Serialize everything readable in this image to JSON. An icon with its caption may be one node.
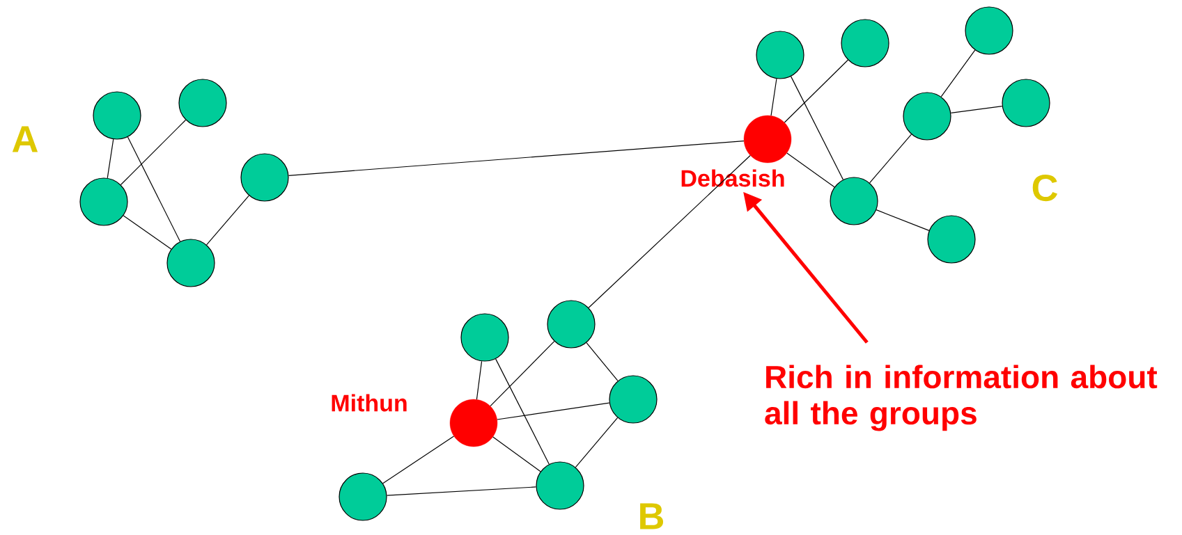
{
  "diagram": {
    "nodes": [
      {
        "text": [],
        "shape": "circle"
      },
      {
        "text": [],
        "shape": "circle"
      },
      {
        "text": [],
        "shape": "circle"
      },
      {
        "text": [],
        "shape": "circle"
      },
      {
        "text": [],
        "shape": "circle"
      },
      {
        "text": [],
        "shape": "circle"
      },
      {
        "text": [],
        "shape": "circle"
      },
      {
        "text": [],
        "shape": "circle"
      },
      {
        "text": [],
        "shape": "circle",
        "beside": [
          "Debasish"
        ]
      },
      {
        "text": [],
        "shape": "circle"
      },
      {
        "text": [],
        "shape": "circle"
      },
      {
        "text": [],
        "shape": "circle"
      },
      {
        "text": [],
        "shape": "circle"
      },
      {
        "text": [],
        "shape": "circle"
      },
      {
        "text": [],
        "shape": "circle"
      },
      {
        "text": [],
        "shape": "circle"
      },
      {
        "text": [],
        "shape": "circle",
        "beside": [
          "Mithun"
        ]
      },
      {
        "text": [],
        "shape": "circle"
      },
      {
        "text": [],
        "shape": "circle"
      },
      {
        "text": [
          "Rich in information about all the groups"
        ]
      }
    ],
    "edges": [
      {
        "from": 0,
        "to": 2,
        "arrow": "none"
      },
      {
        "from": 1,
        "to": 2,
        "arrow": "none"
      },
      {
        "from": 0,
        "to": 4,
        "arrow": "none"
      },
      {
        "from": 2,
        "to": 4,
        "arrow": "none"
      },
      {
        "from": 4,
        "to": 3,
        "arrow": "none"
      },
      {
        "from": 3,
        "to": 8,
        "arrow": "none"
      },
      {
        "from": 5,
        "to": 8,
        "arrow": "none"
      },
      {
        "from": 6,
        "to": 8,
        "arrow": "none"
      },
      {
        "from": 5,
        "to": 11,
        "arrow": "none"
      },
      {
        "from": 8,
        "to": 11,
        "arrow": "none"
      },
      {
        "from": 11,
        "to": 9,
        "arrow": "none"
      },
      {
        "from": 9,
        "to": 7,
        "arrow": "none"
      },
      {
        "from": 9,
        "to": 10,
        "arrow": "none"
      },
      {
        "from": 11,
        "to": 12,
        "arrow": "none"
      },
      {
        "from": 8,
        "to": 13,
        "arrow": "none"
      },
      {
        "from": 14,
        "to": 16,
        "arrow": "none"
      },
      {
        "from": 13,
        "to": 16,
        "arrow": "none"
      },
      {
        "from": 14,
        "to": 17,
        "arrow": "none"
      },
      {
        "from": 13,
        "to": 15,
        "arrow": "none"
      },
      {
        "from": 16,
        "to": 15,
        "arrow": "none"
      },
      {
        "from": 15,
        "to": 17,
        "arrow": "none"
      },
      {
        "from": 16,
        "to": 17,
        "arrow": "none"
      },
      {
        "from": 16,
        "to": 18,
        "arrow": "none"
      },
      {
        "from": 18,
        "to": 17,
        "arrow": "none"
      },
      {
        "from": 19,
        "to": 8,
        "arrow": "to",
        "style": "thick",
        "color": "#ff0000"
      }
    ],
    "labels": [
      "A",
      "B",
      "C"
    ]
  }
}
